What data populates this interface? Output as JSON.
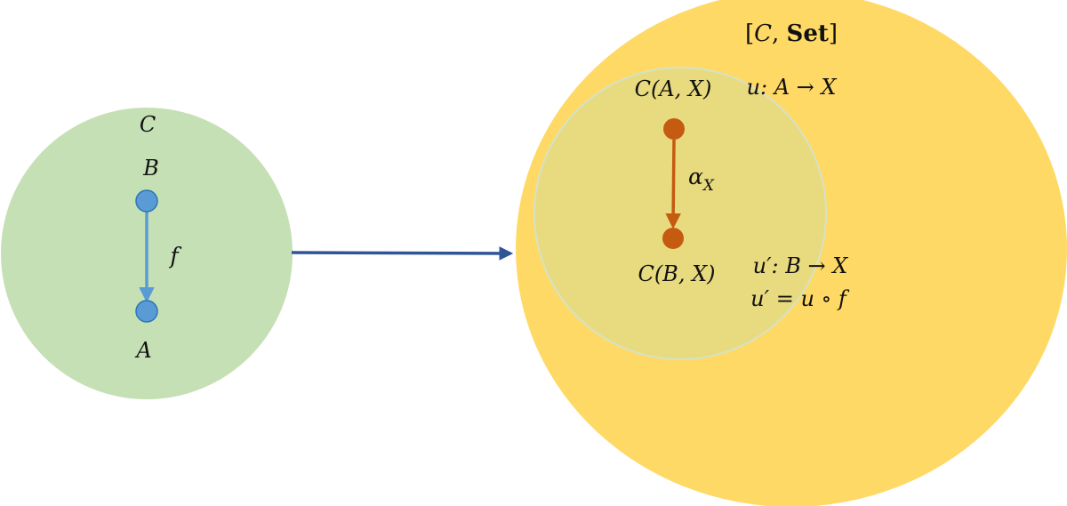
{
  "colors": {
    "set_circle": "#FFD966",
    "hom_circle": "#E8DA7E",
    "hom_circle_stroke": "#D6E2C6",
    "category_circle": "#C5E0B4",
    "object_node": "#5B9BD5",
    "object_node_stroke": "#2E75B6",
    "morphism_arrow": "#5B9BD5",
    "functor_arrow": "#2F5597",
    "set_node": "#C55A11",
    "set_arrow": "#C55A11"
  },
  "category": {
    "name": "C",
    "objects": {
      "top": "B",
      "bottom": "A"
    },
    "morphism": "f"
  },
  "functor_category": {
    "bracket_open": "[",
    "category": "C",
    "separator": ", ",
    "set_label": "Set",
    "bracket_close": "]"
  },
  "hom_sets": {
    "top": "C(A, X)",
    "bottom": "C(B, X)",
    "component": {
      "base": "α",
      "subscript": "X"
    }
  },
  "annotations": {
    "u_map": "u: A → X",
    "u_prime_map": "u′: B → X",
    "u_prime_def": "u′ = u ∘ f"
  }
}
